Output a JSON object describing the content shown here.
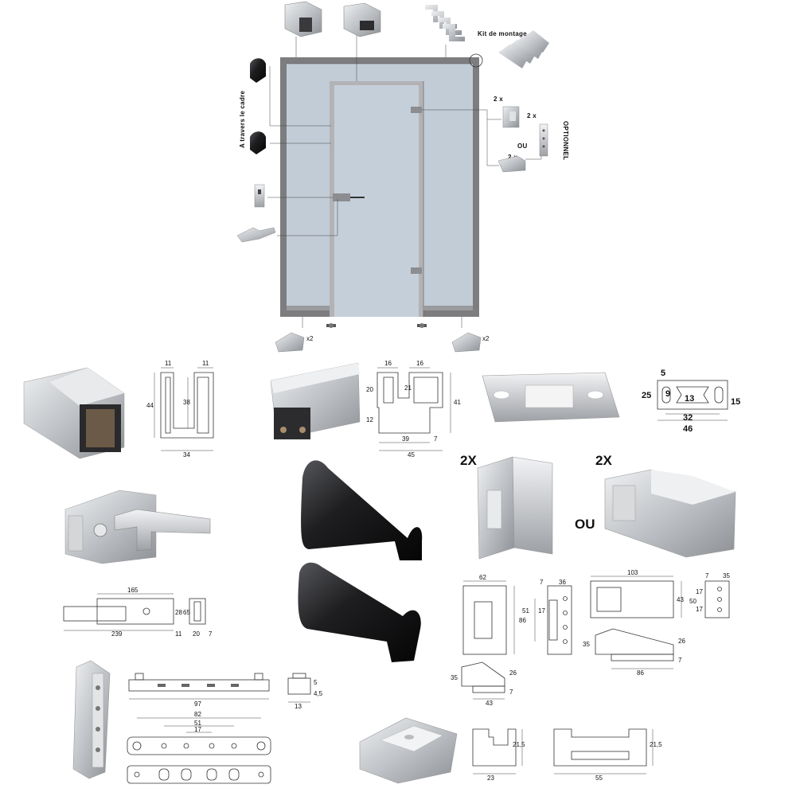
{
  "labels": {
    "kit_montage": "Kit de montage",
    "a_travers_cadre": "A travers le cadre",
    "optionnel": "OPTIONNEL",
    "ou_top": "OU",
    "qty_2x_a": "2 x",
    "qty_2x_b": "2 x",
    "qty_2x_c": "2 x",
    "x2_left": "x2",
    "x2_right": "x2",
    "hinge_qty_left": "2X",
    "hinge_qty_right": "2X",
    "hinge_ou": "OU"
  },
  "dims": {
    "p1_11a": "11",
    "p1_11b": "11",
    "p1_44": "44",
    "p1_38": "38",
    "p1_34": "34",
    "p2_16a": "16",
    "p2_16b": "16",
    "p2_20": "20",
    "p2_21": "21",
    "p2_12": "12",
    "p2_41": "41",
    "p2_39": "39",
    "p2_7": "7",
    "p2_45": "45",
    "pl_5": "5",
    "pl_25": "25",
    "pl_9": "9",
    "pl_13": "13",
    "pl_15": "15",
    "pl_32": "32",
    "pl_46": "46",
    "lk_165": "165",
    "lk_239": "239",
    "lk_28": "28",
    "lk_11": "11",
    "lk_65": "65",
    "lk_20": "20",
    "lk_7": "7",
    "ha_62": "62",
    "ha_86": "86",
    "ha_7": "7",
    "ha_36": "36",
    "ha_51": "51",
    "ha_17": "17",
    "ha_35": "35",
    "ha_26": "26",
    "ha_43": "43",
    "ha_7b": "7",
    "hb_103": "103",
    "hb_43": "43",
    "hb_7": "7",
    "hb_35": "35",
    "hb_17a": "17",
    "hb_50": "50",
    "hb_17b": "17",
    "hb_35b": "35",
    "hb_26": "26",
    "hb_7b": "7",
    "hb_86": "86",
    "pv_97": "97",
    "pv_5": "5",
    "pv_45": "4,5",
    "pv_13": "13",
    "pv_82": "82",
    "pv_51": "51",
    "pv_17": "17",
    "gd_215a": "21,5",
    "gd_23": "23",
    "gd_215b": "21,5",
    "gd_55": "55"
  },
  "colors": {
    "glass": "#c2ccd6",
    "frame": "#7d7d80",
    "door_frame": "#b3b3b6",
    "aluminium": "#c9cacc",
    "rubber": "#1b1b1d"
  }
}
